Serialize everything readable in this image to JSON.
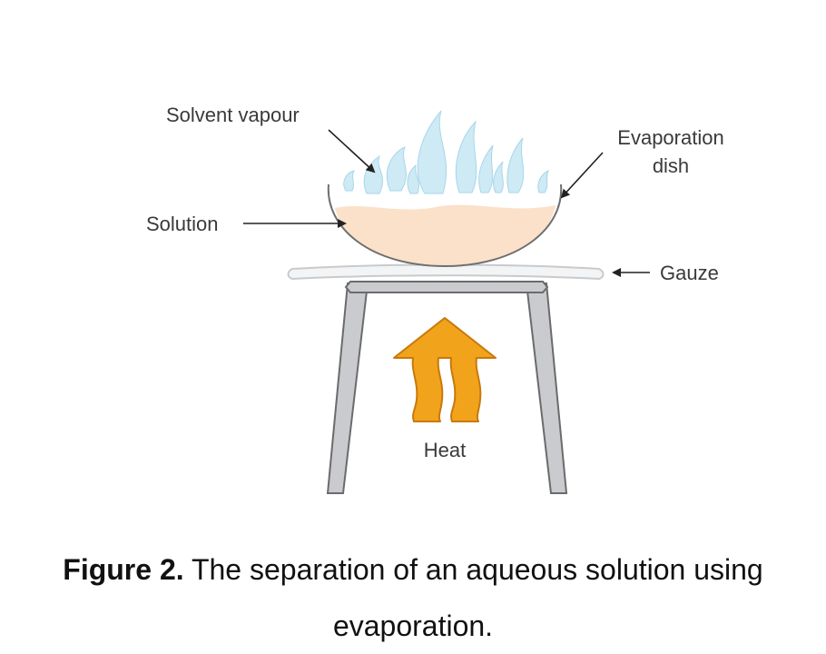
{
  "labels": {
    "solvent_vapour": "Solvent vapour",
    "evaporation_dish_line1": "Evaporation",
    "evaporation_dish_line2": "dish",
    "solution": "Solution",
    "gauze": "Gauze",
    "heat": "Heat"
  },
  "caption": {
    "figure_number": "Figure 2.",
    "text": " The separation of an aqueous solution using evaporation."
  },
  "colors": {
    "vapour": "#cdeaf5",
    "solution": "#fbe1c9",
    "dish_outline": "#6f6f6f",
    "stand": "#c9cbce",
    "stand_outline": "#6b6b6b",
    "heat_arrow": "#f2a31c",
    "heat_arrow_outline": "#c8790b"
  },
  "icons": {
    "heat_arrow": "heat-arrow-icon",
    "vapour": "vapour-flame-icon"
  }
}
